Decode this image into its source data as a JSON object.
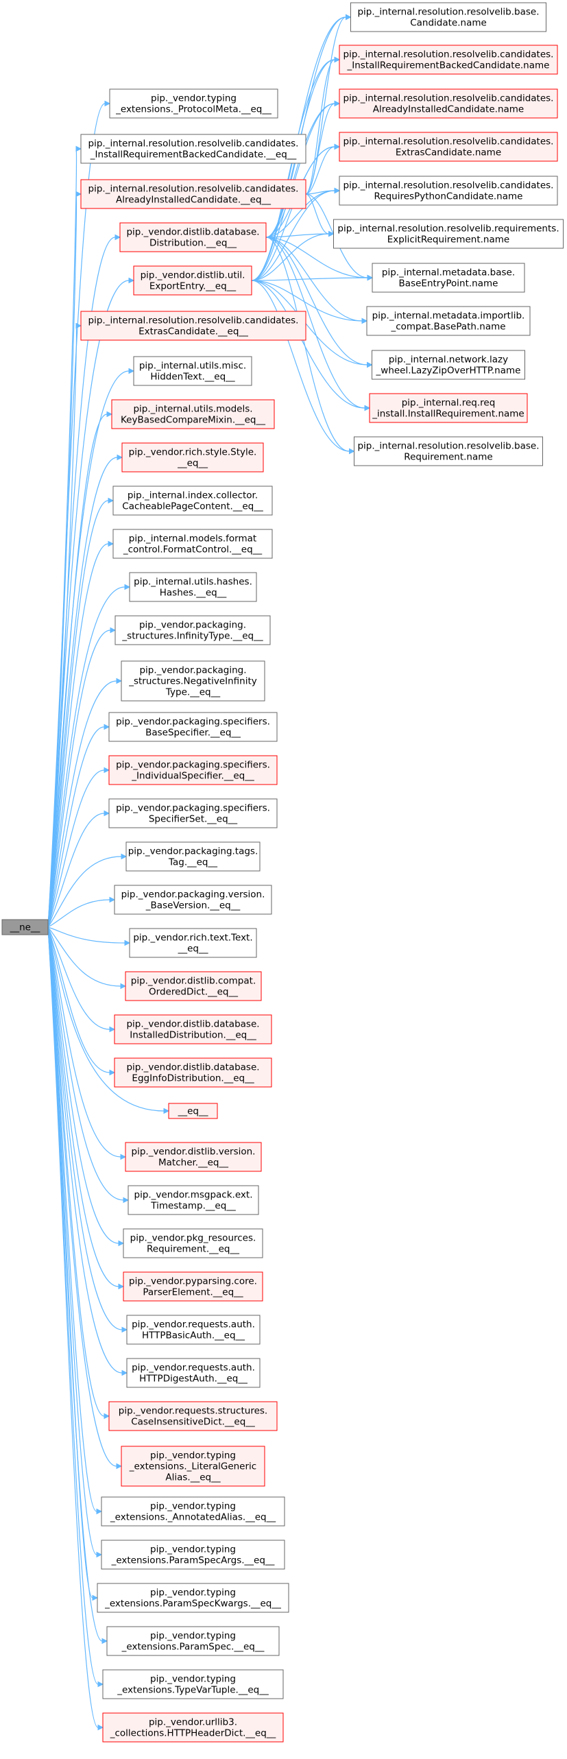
{
  "colors": {
    "edge": "#63b8ff",
    "root_fill": "#999999",
    "root_border": "#666666",
    "normal_fill": "#ffffff",
    "normal_border": "#666666",
    "highlight_fill": "#fff0f0",
    "highlight_border": "#ff0000"
  },
  "nodes": [
    {
      "id": "ne",
      "lines": [
        "__ne__"
      ],
      "style": "root"
    },
    {
      "id": "n1",
      "lines": [
        "pip._vendor.typing",
        "_extensions._ProtocolMeta.__eq__"
      ],
      "style": "normal"
    },
    {
      "id": "n2",
      "lines": [
        "pip._internal.resolution.resolvelib.candidates.",
        "_InstallRequirementBackedCandidate.__eq__"
      ],
      "style": "normal"
    },
    {
      "id": "n3",
      "lines": [
        "pip._internal.resolution.resolvelib.candidates.",
        "AlreadyInstalledCandidate.__eq__"
      ],
      "style": "highlight"
    },
    {
      "id": "n4",
      "lines": [
        "pip._vendor.distlib.database.",
        "Distribution.__eq__"
      ],
      "style": "highlight"
    },
    {
      "id": "n5",
      "lines": [
        "pip._vendor.distlib.util.",
        "ExportEntry.__eq__"
      ],
      "style": "highlight"
    },
    {
      "id": "n6",
      "lines": [
        "pip._internal.resolution.resolvelib.candidates.",
        "ExtrasCandidate.__eq__"
      ],
      "style": "highlight"
    },
    {
      "id": "n7",
      "lines": [
        "pip._internal.utils.misc.",
        "HiddenText.__eq__"
      ],
      "style": "normal"
    },
    {
      "id": "n8",
      "lines": [
        "pip._internal.utils.models.",
        "KeyBasedCompareMixin.__eq__"
      ],
      "style": "highlight"
    },
    {
      "id": "n9",
      "lines": [
        "pip._vendor.rich.style.Style.",
        "__eq__"
      ],
      "style": "highlight"
    },
    {
      "id": "n10",
      "lines": [
        "pip._internal.index.collector.",
        "CacheablePageContent.__eq__"
      ],
      "style": "normal"
    },
    {
      "id": "n11",
      "lines": [
        "pip._internal.models.format",
        "_control.FormatControl.__eq__"
      ],
      "style": "normal"
    },
    {
      "id": "n12",
      "lines": [
        "pip._internal.utils.hashes.",
        "Hashes.__eq__"
      ],
      "style": "normal"
    },
    {
      "id": "n13",
      "lines": [
        "pip._vendor.packaging.",
        "_structures.InfinityType.__eq__"
      ],
      "style": "normal"
    },
    {
      "id": "n14",
      "lines": [
        "pip._vendor.packaging.",
        "_structures.NegativeInfinity",
        "Type.__eq__"
      ],
      "style": "normal"
    },
    {
      "id": "n15",
      "lines": [
        "pip._vendor.packaging.specifiers.",
        "BaseSpecifier.__eq__"
      ],
      "style": "normal"
    },
    {
      "id": "n16",
      "lines": [
        "pip._vendor.packaging.specifiers.",
        "_IndividualSpecifier.__eq__"
      ],
      "style": "highlight"
    },
    {
      "id": "n17",
      "lines": [
        "pip._vendor.packaging.specifiers.",
        "SpecifierSet.__eq__"
      ],
      "style": "normal"
    },
    {
      "id": "n18",
      "lines": [
        "pip._vendor.packaging.tags.",
        "Tag.__eq__"
      ],
      "style": "normal"
    },
    {
      "id": "n19",
      "lines": [
        "pip._vendor.packaging.version.",
        "_BaseVersion.__eq__"
      ],
      "style": "normal"
    },
    {
      "id": "n20",
      "lines": [
        "pip._vendor.rich.text.Text.",
        "__eq__"
      ],
      "style": "normal"
    },
    {
      "id": "n21",
      "lines": [
        "pip._vendor.distlib.compat.",
        "OrderedDict.__eq__"
      ],
      "style": "highlight"
    },
    {
      "id": "n22",
      "lines": [
        "pip._vendor.distlib.database.",
        "InstalledDistribution.__eq__"
      ],
      "style": "highlight"
    },
    {
      "id": "n23",
      "lines": [
        "pip._vendor.distlib.database.",
        "EggInfoDistribution.__eq__"
      ],
      "style": "highlight"
    },
    {
      "id": "n24",
      "lines": [
        "__eq__"
      ],
      "style": "highlight"
    },
    {
      "id": "n25",
      "lines": [
        "pip._vendor.distlib.version.",
        "Matcher.__eq__"
      ],
      "style": "highlight"
    },
    {
      "id": "n26",
      "lines": [
        "pip._vendor.msgpack.ext.",
        "Timestamp.__eq__"
      ],
      "style": "normal"
    },
    {
      "id": "n27",
      "lines": [
        "pip._vendor.pkg_resources.",
        "Requirement.__eq__"
      ],
      "style": "normal"
    },
    {
      "id": "n28",
      "lines": [
        "pip._vendor.pyparsing.core.",
        "ParserElement.__eq__"
      ],
      "style": "highlight"
    },
    {
      "id": "n29",
      "lines": [
        "pip._vendor.requests.auth.",
        "HTTPBasicAuth.__eq__"
      ],
      "style": "normal"
    },
    {
      "id": "n30",
      "lines": [
        "pip._vendor.requests.auth.",
        "HTTPDigestAuth.__eq__"
      ],
      "style": "normal"
    },
    {
      "id": "n31",
      "lines": [
        "pip._vendor.requests.structures.",
        "CaseInsensitiveDict.__eq__"
      ],
      "style": "highlight"
    },
    {
      "id": "n32",
      "lines": [
        "pip._vendor.typing",
        "_extensions._LiteralGeneric",
        "Alias.__eq__"
      ],
      "style": "highlight"
    },
    {
      "id": "n33",
      "lines": [
        "pip._vendor.typing",
        "_extensions._AnnotatedAlias.__eq__"
      ],
      "style": "normal"
    },
    {
      "id": "n34",
      "lines": [
        "pip._vendor.typing",
        "_extensions.ParamSpecArgs.__eq__"
      ],
      "style": "normal"
    },
    {
      "id": "n35",
      "lines": [
        "pip._vendor.typing",
        "_extensions.ParamSpecKwargs.__eq__"
      ],
      "style": "normal"
    },
    {
      "id": "n36",
      "lines": [
        "pip._vendor.typing",
        "_extensions.ParamSpec.__eq__"
      ],
      "style": "normal"
    },
    {
      "id": "n37",
      "lines": [
        "pip._vendor.typing",
        "_extensions.TypeVarTuple.__eq__"
      ],
      "style": "normal"
    },
    {
      "id": "n38",
      "lines": [
        "pip._vendor.urllib3.",
        "_collections.HTTPHeaderDict.__eq__"
      ],
      "style": "highlight"
    },
    {
      "id": "r1",
      "lines": [
        "pip._internal.resolution.resolvelib.base.",
        "Candidate.name"
      ],
      "style": "normal"
    },
    {
      "id": "r2",
      "lines": [
        "pip._internal.resolution.resolvelib.candidates.",
        "_InstallRequirementBackedCandidate.name"
      ],
      "style": "highlight"
    },
    {
      "id": "r3",
      "lines": [
        "pip._internal.resolution.resolvelib.candidates.",
        "AlreadyInstalledCandidate.name"
      ],
      "style": "highlight"
    },
    {
      "id": "r4",
      "lines": [
        "pip._internal.resolution.resolvelib.candidates.",
        "ExtrasCandidate.name"
      ],
      "style": "highlight"
    },
    {
      "id": "r5",
      "lines": [
        "pip._internal.resolution.resolvelib.candidates.",
        "RequiresPythonCandidate.name"
      ],
      "style": "normal"
    },
    {
      "id": "r6",
      "lines": [
        "pip._internal.resolution.resolvelib.requirements.",
        "ExplicitRequirement.name"
      ],
      "style": "normal"
    },
    {
      "id": "r7",
      "lines": [
        "pip._internal.metadata.base.",
        "BaseEntryPoint.name"
      ],
      "style": "normal"
    },
    {
      "id": "r8",
      "lines": [
        "pip._internal.metadata.importlib.",
        "_compat.BasePath.name"
      ],
      "style": "normal"
    },
    {
      "id": "r9",
      "lines": [
        "pip._internal.network.lazy",
        "_wheel.LazyZipOverHTTP.name"
      ],
      "style": "normal"
    },
    {
      "id": "r10",
      "lines": [
        "pip._internal.req.req",
        "_install.InstallRequirement.name"
      ],
      "style": "highlight"
    },
    {
      "id": "r11",
      "lines": [
        "pip._internal.resolution.resolvelib.base.",
        "Requirement.name"
      ],
      "style": "normal"
    }
  ],
  "edges": [
    [
      "ne",
      "n1"
    ],
    [
      "ne",
      "n2"
    ],
    [
      "ne",
      "n3"
    ],
    [
      "ne",
      "n4"
    ],
    [
      "ne",
      "n5"
    ],
    [
      "ne",
      "n6"
    ],
    [
      "ne",
      "n7"
    ],
    [
      "ne",
      "n8"
    ],
    [
      "ne",
      "n9"
    ],
    [
      "ne",
      "n10"
    ],
    [
      "ne",
      "n11"
    ],
    [
      "ne",
      "n12"
    ],
    [
      "ne",
      "n13"
    ],
    [
      "ne",
      "n14"
    ],
    [
      "ne",
      "n15"
    ],
    [
      "ne",
      "n16"
    ],
    [
      "ne",
      "n17"
    ],
    [
      "ne",
      "n18"
    ],
    [
      "ne",
      "n19"
    ],
    [
      "ne",
      "n20"
    ],
    [
      "ne",
      "n21"
    ],
    [
      "ne",
      "n22"
    ],
    [
      "ne",
      "n23"
    ],
    [
      "ne",
      "n24"
    ],
    [
      "ne",
      "n25"
    ],
    [
      "ne",
      "n26"
    ],
    [
      "ne",
      "n27"
    ],
    [
      "ne",
      "n28"
    ],
    [
      "ne",
      "n29"
    ],
    [
      "ne",
      "n30"
    ],
    [
      "ne",
      "n31"
    ],
    [
      "ne",
      "n32"
    ],
    [
      "ne",
      "n33"
    ],
    [
      "ne",
      "n34"
    ],
    [
      "ne",
      "n35"
    ],
    [
      "ne",
      "n36"
    ],
    [
      "ne",
      "n37"
    ],
    [
      "ne",
      "n38"
    ],
    [
      "n3",
      "r1"
    ],
    [
      "n3",
      "r2"
    ],
    [
      "n3",
      "r3"
    ],
    [
      "n3",
      "r4"
    ],
    [
      "n3",
      "r5"
    ],
    [
      "n3",
      "r6"
    ],
    [
      "n3",
      "r7"
    ],
    [
      "n4",
      "r1"
    ],
    [
      "n4",
      "r2"
    ],
    [
      "n4",
      "r3"
    ],
    [
      "n4",
      "r4"
    ],
    [
      "n4",
      "r5"
    ],
    [
      "n4",
      "r6"
    ],
    [
      "n4",
      "r7"
    ],
    [
      "n4",
      "r8"
    ],
    [
      "n4",
      "r9"
    ],
    [
      "n4",
      "r10"
    ],
    [
      "n4",
      "r11"
    ],
    [
      "n5",
      "r1"
    ],
    [
      "n5",
      "r2"
    ],
    [
      "n5",
      "r3"
    ],
    [
      "n5",
      "r4"
    ],
    [
      "n5",
      "r5"
    ],
    [
      "n5",
      "r6"
    ],
    [
      "n5",
      "r7"
    ],
    [
      "n5",
      "r8"
    ],
    [
      "n5",
      "r9"
    ],
    [
      "n5",
      "r10"
    ],
    [
      "n5",
      "r11"
    ]
  ]
}
